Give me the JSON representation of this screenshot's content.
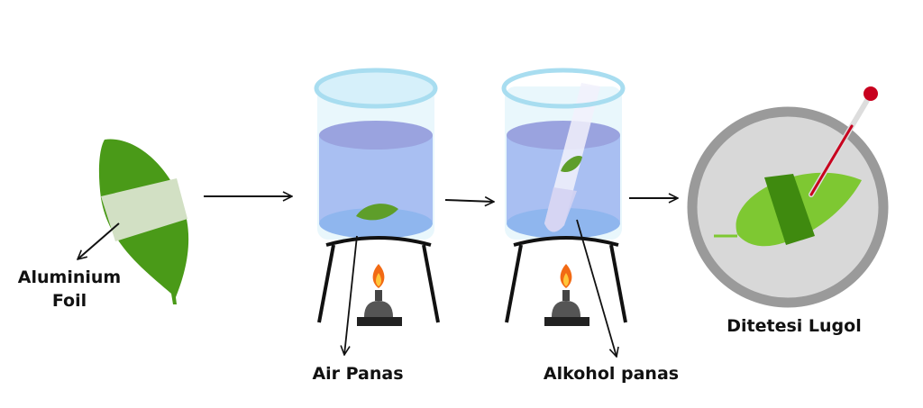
{
  "labels": {
    "foil_line1": "Aluminium",
    "foil_line2": "Foil",
    "hot_water": "Air Panas",
    "hot_alcohol": "Alkohol panas",
    "lugol": "Ditetesi Lugol"
  },
  "colors": {
    "leaf_dark": "#4a9a18",
    "leaf_light": "#7ec832",
    "leaf_band": "#3f8a0f",
    "foil": "#d2e0c4",
    "beaker_rim": "#a8ddf0",
    "water": "#a9bff2",
    "water_surface": "#9aa3df",
    "petri_rim": "#9a9a9a",
    "petri_inner": "#d8d8d8",
    "flame": "#f26a14",
    "dropper_tip": "#c8001e",
    "ink": "#111111"
  }
}
